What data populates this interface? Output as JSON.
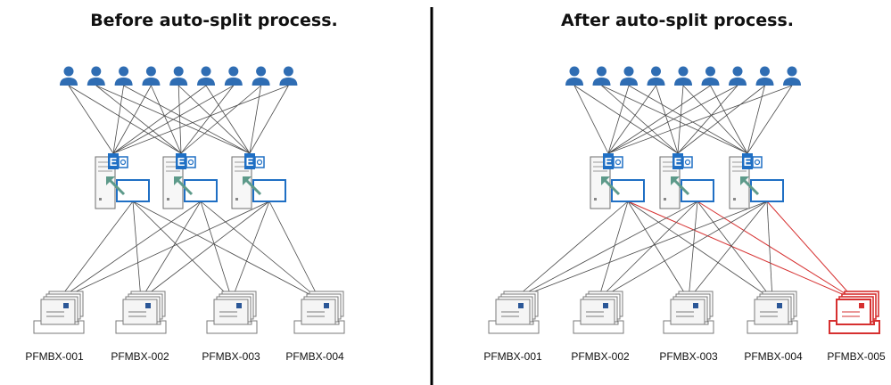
{
  "panels": {
    "before": {
      "title": "Before auto-split process.",
      "mailboxes": [
        "PFMBX-001",
        "PFMBX-002",
        "PFMBX-003",
        "PFMBX-004"
      ]
    },
    "after": {
      "title": "After auto-split process.",
      "mailboxes": [
        "PFMBX-001",
        "PFMBX-002",
        "PFMBX-003",
        "PFMBX-004",
        "PFMBX-005"
      ],
      "new_mailbox_index": 4
    }
  },
  "server_badge_letter": "E",
  "colors": {
    "user": "#2f6db3",
    "exchange": "#1f6fc4",
    "line": "#4a4a4a",
    "new_mailbox": "#d63030",
    "arrow": "#5d9a8a",
    "divider": "#000000"
  },
  "icons": {
    "user": "user-icon",
    "server": "exchange-server-icon",
    "mailbox": "mailbox-database-icon"
  }
}
